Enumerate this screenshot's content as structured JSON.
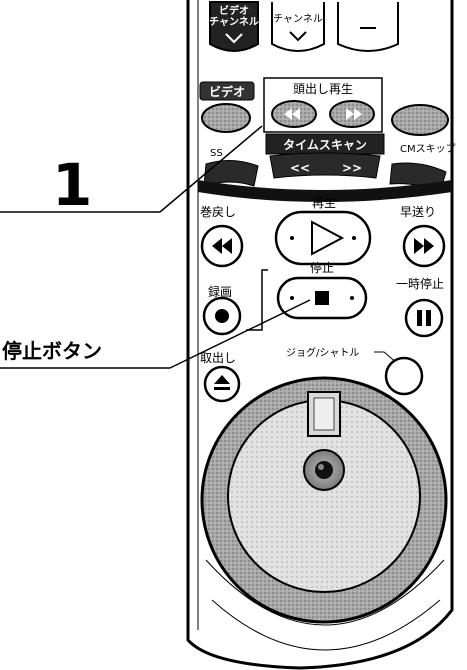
{
  "callouts": {
    "step_number": "1",
    "stop_button_callout": "停止ボタン"
  },
  "remote": {
    "top_buttons": {
      "video_channel": "ビデオ\nチャンネル",
      "channel": "チャンネル"
    },
    "video_label": "ビデオ",
    "index_play_label": "頭出し再生",
    "time_scan_label": "タイムスキャン",
    "cm_skip_label": "CMスキップ",
    "ss_label": "SS",
    "play_label": "再生",
    "rewind_label": "巻戻し",
    "fast_forward_label": "早送り",
    "record_label": "録画",
    "stop_label": "停止",
    "pause_label": "一時停止",
    "eject_label": "取出し",
    "jog_shuttle_label": "ジョグ/シャトル"
  },
  "colors": {
    "ink": "#000000",
    "dark_button": "#2a2a2a",
    "dial_gray": "#8c8c8c"
  }
}
